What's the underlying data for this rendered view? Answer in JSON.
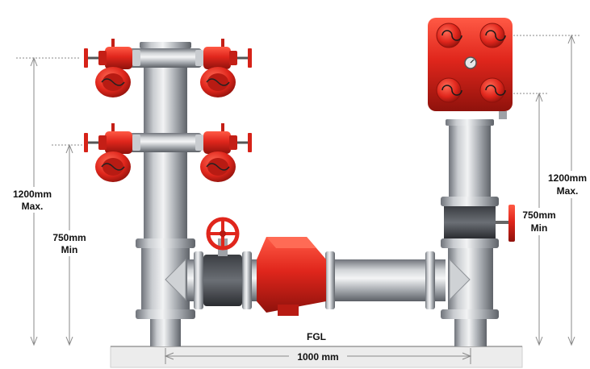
{
  "labels": {
    "left_outer_line1": "1200mm",
    "left_outer_line2": "Max.",
    "left_inner_line1": "750mm",
    "left_inner_line2": "Min",
    "right_outer_line1": "1200mm",
    "right_outer_line2": "Max.",
    "right_inner_line1": "750mm",
    "right_inner_line2": "Min",
    "ground": "FGL",
    "spacing": "1000 mm"
  },
  "colors": {
    "pipe_silver": "#b9bcc0",
    "pipe_dark": "#7e8288",
    "valve_red": "#e0261c",
    "valve_red_dark": "#9f140f",
    "dimension_line": "#8a8a8a",
    "ground": "#e9e9e9"
  },
  "icons": [
    "landing-valve-icon",
    "gate-valve-icon",
    "check-valve-icon",
    "inlet-box-icon",
    "pressure-gauge-icon"
  ]
}
